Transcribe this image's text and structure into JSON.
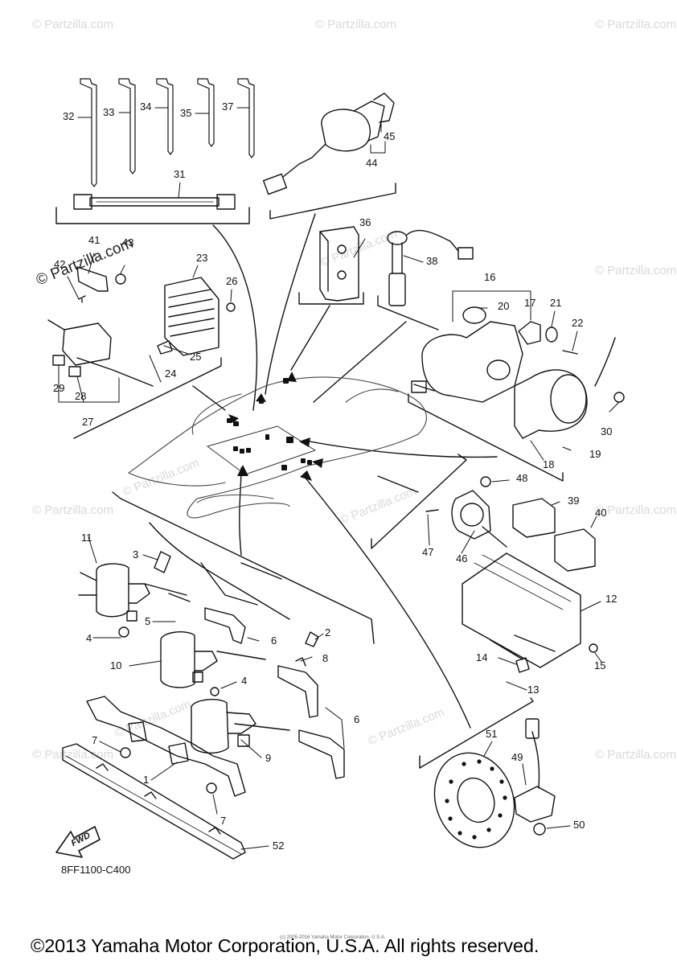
{
  "watermark": {
    "brand": "© Partzilla.com",
    "brand_rotated": "© Partzilla.com"
  },
  "diagram_code": "8FF1100-C400",
  "fineprint": "(c) 2005-2016 Yamaha Motor Corporation, U.S.A.",
  "copyright": "©2013 Yamaha Motor Corporation, U.S.A. All rights reserved.",
  "fwd_label": "FWD",
  "callouts": {
    "p1": "1",
    "p2": "2",
    "p3": "3",
    "p4a": "4",
    "p4b": "4",
    "p5": "5",
    "p6a": "6",
    "p6b": "6",
    "p7a": "7",
    "p7b": "7",
    "p8": "8",
    "p9": "9",
    "p10": "10",
    "p11": "11",
    "p12": "12",
    "p13": "13",
    "p14": "14",
    "p15": "15",
    "p16": "16",
    "p17": "17",
    "p18": "18",
    "p19": "19",
    "p20": "20",
    "p21": "21",
    "p22": "22",
    "p23": "23",
    "p24": "24",
    "p25": "25",
    "p26": "26",
    "p27": "27",
    "p28": "28",
    "p29": "29",
    "p30": "30",
    "p31": "31",
    "p32": "32",
    "p33": "33",
    "p34": "34",
    "p35": "35",
    "p36": "36",
    "p37": "37",
    "p38": "38",
    "p39": "39",
    "p40": "40",
    "p41": "41",
    "p42": "42",
    "p43": "43",
    "p44": "44",
    "p45": "45",
    "p46": "46",
    "p47": "47",
    "p48": "48",
    "p49": "49",
    "p50": "50",
    "p51": "51",
    "p52": "52"
  }
}
